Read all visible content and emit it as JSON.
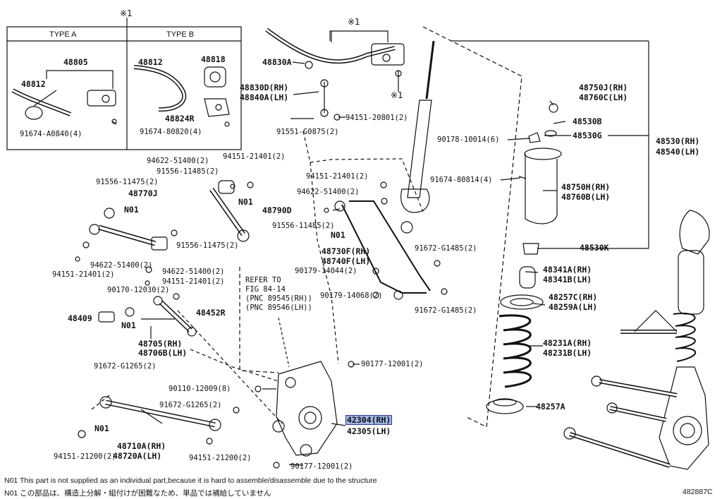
{
  "star_marker": "※1",
  "type_box": {
    "type_a_header": "TYPE A",
    "type_b_header": "TYPE B",
    "a_labels": [
      "48805",
      "48812",
      "91674-A0840(4)"
    ],
    "b_labels": [
      "48812",
      "48818",
      "48824R",
      "91674-80820(4)"
    ]
  },
  "labels": {
    "p48830A": "48830A",
    "p48830D": "48830D(RH)",
    "p48840A": "48840A(LH)",
    "p94151_20801": "94151-20801(2)",
    "p91551_G0875": "91551-G0875(2)",
    "p94622_51400a": "94622-51400(2)",
    "p94151_21401a": "94151-21401(2)",
    "p91556_11485a": "91556-11485(2)",
    "p91556_11475a": "91556-11475(2)",
    "p48770J": "48770J",
    "n01_a": "N01",
    "p48790D": "48790D",
    "n01_b": "N01",
    "p91556_11485b": "91556-11485(2)",
    "p91556_11475b": "91556-11475(2)",
    "p94622_51400b": "94622-51400(2)",
    "p94151_21401b": "94151-21401(2)",
    "p94622_51400c": "94622-51400(2)",
    "p94151_21401c": "94151-21401(2)",
    "p90170_12030": "90170-12030(2)",
    "p48452R": "48452R",
    "p48409": "48409",
    "n01_c": "N01",
    "p48705": "48705(RH)",
    "p48706B": "48706B(LH)",
    "refer1": "REFER TO",
    "refer2": "FIG 84-14",
    "refer3": "(PNC 89545(RH))",
    "refer4": "(PNC 89546(LH))",
    "p94151_21401d": "94151-21401(2)",
    "p94622_51400d": "94622-51400(2)",
    "n01_d": "N01",
    "p48730F": "48730F(RH)",
    "p48740F": "48740F(LH)",
    "p90179_14044": "90179-14044(2)",
    "p90179_14068": "90179-14068(2)",
    "p91672_G1485a": "91672-G1485(2)",
    "p91672_G1485b": "91672-G1485(2)",
    "p91672_G1265a": "91672-G1265(2)",
    "p90177_12001a": "90177-12001(2)",
    "p90110_12009": "90110-12009(8)",
    "p91672_G1265b": "91672-G1265(2)",
    "p42304": "42304(RH)",
    "p42305": "42305(LH)",
    "n01_e": "N01",
    "p48710A": "48710A(RH)",
    "p48720A": "48720A(LH)",
    "p94151_21200a": "94151-21200(2)",
    "p94151_21200b": "94151-21200(2)",
    "p90177_12001b": "90177-12001(2)",
    "p90178_10014": "90178-10014(6)",
    "p91674_80814": "91674-80814(4)",
    "p48750J": "48750J(RH)",
    "p48760C": "48760C(LH)",
    "p48530B": "48530B",
    "p48530G": "48530G",
    "p48530RH": "48530(RH)",
    "p48540LH": "48540(LH)",
    "p48750H": "48750H(RH)",
    "p48760B": "48760B(LH)",
    "p48530K": "48530K",
    "p48341A": "48341A(RH)",
    "p48341B": "48341B(LH)",
    "p48257C": "48257C(RH)",
    "p48259A": "48259A(LH)",
    "p48231A": "48231A(RH)",
    "p48231B": "48231B(LH)",
    "p48257A": "48257A"
  },
  "footnote_en": "N01  This part is not supplied as an individual part,because it is hard to assemble/disassemble due to the structure",
  "footnote_jp": "N01  この部品は、構造上分解・組付けが困難なため、単品では補給していません",
  "doc_id": "482887C"
}
